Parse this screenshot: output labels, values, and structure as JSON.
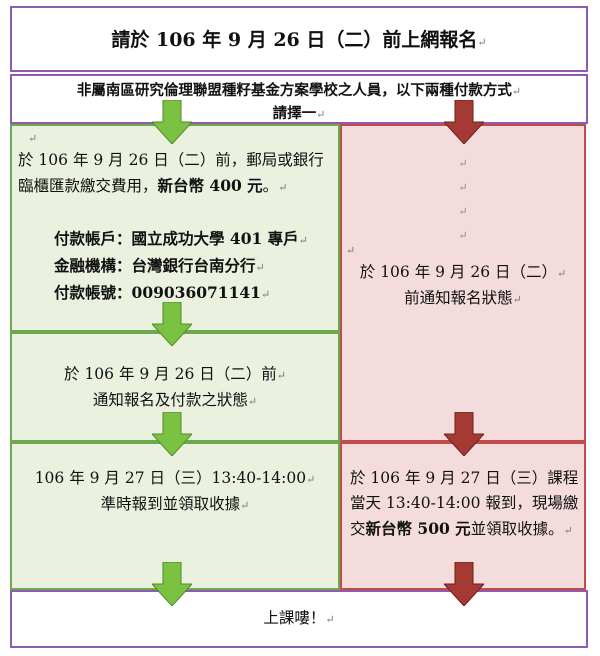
{
  "header": {
    "title": "請於 106 年 9 月 26 日（二）前上網報名"
  },
  "subheader": {
    "line1": "非屬南區研究倫理聯盟種籽基金方案學校之人員，以下兩種付款方式",
    "line2": "請擇一"
  },
  "left": {
    "step1": {
      "text_prefix": "於 106 年 9 月 26 日（二）前，郵局或銀行臨櫃匯款繳交費用，",
      "amount": "新台幣 400 元",
      "text_suffix": "。",
      "account_label": "付款帳戶",
      "account_value": "國立成功大學 401 專戶",
      "bank_label": "金融機構",
      "bank_value": "台灣銀行台南分行",
      "acct_no_label": "付款帳號",
      "acct_no_value": "009036071141"
    },
    "step2": {
      "line1": "於 106 年 9 月 26 日（二）前",
      "line2": "通知報名及付款之狀態"
    },
    "step3": {
      "line1": "106 年 9 月 27 日（三）13:40-14:00",
      "line2": "準時報到並領取收據"
    }
  },
  "right": {
    "step1": {
      "line1": "於 106 年 9 月 26 日（二）",
      "line2": "前通知報名狀態"
    },
    "step2": {
      "text_prefix": "於 106 年 9 月 27 日（三）課程當天 13:40-14:00 報到，現場繳交",
      "amount": "新台幣 500 元",
      "text_suffix": "並領取收據。"
    }
  },
  "footer": {
    "text": "上課嘍！"
  },
  "colors": {
    "purple_border": "#8d5bb0",
    "green_fill": "#eaf1df",
    "green_border": "#6fa94e",
    "red_fill": "#f4dcdc",
    "red_border": "#c24b4b",
    "green_arrow": "#7cc242",
    "red_arrow": "#a53a34"
  },
  "marks": {
    "paragraph": "↵"
  }
}
